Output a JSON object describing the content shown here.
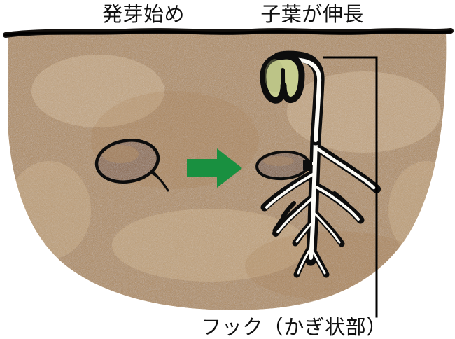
{
  "figure": {
    "title_left": "発芽始め",
    "title_right": "子葉が伸長",
    "caption_hook": "フック（かぎ状部）"
  },
  "colors": {
    "soil_base": "#cdab7e",
    "soil_light": "#e0c9a6",
    "soil_dark": "#b9945f",
    "soil_line": "#1a1612",
    "seed_fill": "#9e7550",
    "seed_fill_light": "#b08a63",
    "outline": "#0d0d0d",
    "root_fill": "#fdfcf7",
    "cotyledon_fill": "#c7ce90",
    "arrow_green": "#199040",
    "pointer_line": "#000000",
    "text": "#111111",
    "background": "#ffffff"
  },
  "elements": {
    "soil_mound": "soil-mound",
    "ground_line": "ground-surface-line",
    "seed_stage1": "seed",
    "radicle_stage1": "radicle-tip",
    "arrow": "stage-transition-arrow",
    "seedling": "seedling",
    "hook": "hypocotyl-hook",
    "cotyledon": "cotyledon",
    "hypocotyl": "hypocotyl",
    "taproot": "taproot",
    "lateral_roots": "lateral-roots",
    "seed_stage2": "seed-coat",
    "pointer": "hook-pointer-line"
  }
}
